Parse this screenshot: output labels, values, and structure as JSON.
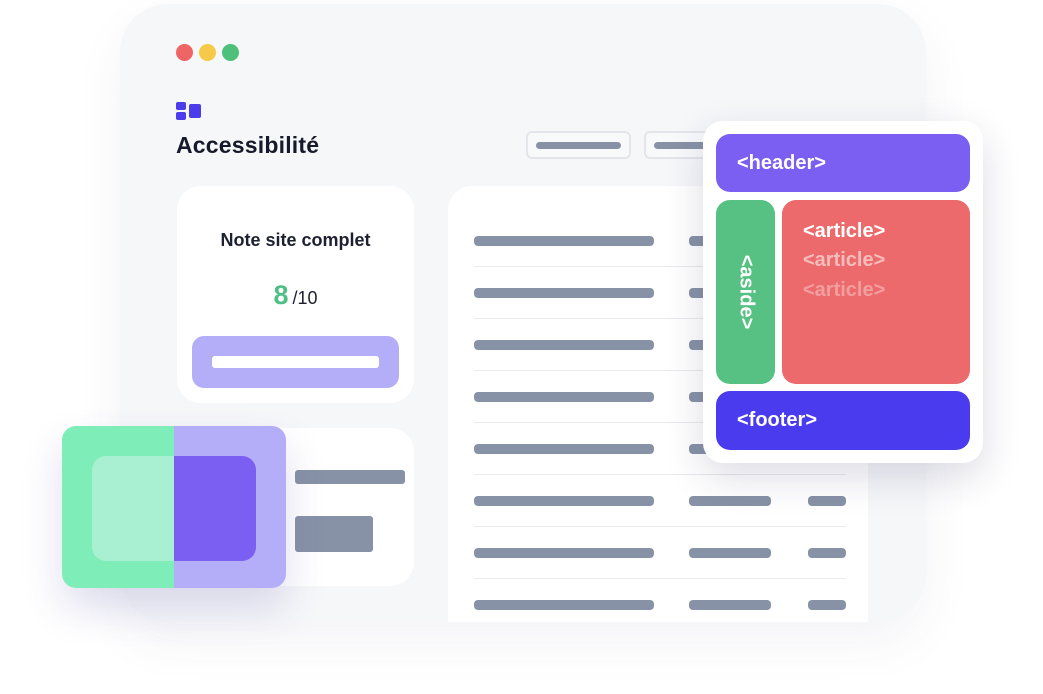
{
  "page": {
    "title": "Accessibilité"
  },
  "score_card": {
    "label": "Note site complet",
    "value": "8",
    "max": "/10"
  },
  "semantic_blocks": {
    "header": "<header>",
    "aside": "<aside>",
    "article_1": "<article>",
    "article_2": "<article>",
    "article_3": "<article>",
    "footer": "<footer>"
  },
  "colors": {
    "window_close": "#ef6464",
    "window_minimize": "#f7c948",
    "window_maximize": "#4fc07a",
    "score_value": "#4fbf86",
    "header_block": "#7b5ef2",
    "aside_block": "#56c182",
    "article_block": "#ec6a6c",
    "footer_block": "#4a3bef",
    "button_fill": "#b4aef8",
    "placeholder_bar": "#8792a6"
  },
  "icons": {
    "logo": "grid-logo-icon"
  }
}
